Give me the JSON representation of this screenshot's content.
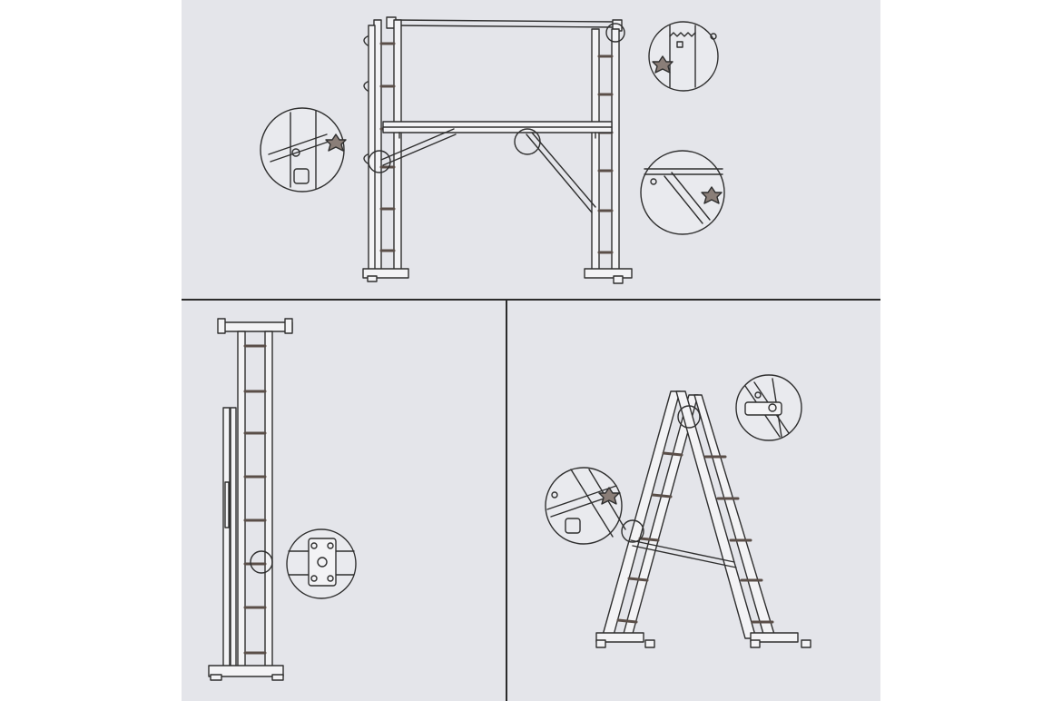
{
  "colors": {
    "sheet_background": "#e4e5ea",
    "page_margin": "#ffffff",
    "line_art": "#2f2f2f",
    "rail_fill": "#f3f3f5",
    "rung_fill": "#8a7e78",
    "rung_dark": "#5a4e48"
  },
  "panels": [
    {
      "id": "panel-top",
      "depicts": "scaffold-configuration",
      "detail_callouts": 3
    },
    {
      "id": "panel-bottom-left",
      "depicts": "extended-straight-ladder-configuration",
      "detail_callouts": 1
    },
    {
      "id": "panel-bottom-right",
      "depicts": "a-frame-step-ladder-configuration",
      "detail_callouts": 2
    }
  ],
  "icons": [
    "hinge-lock-icon",
    "star-knob-icon",
    "brace-arm-icon",
    "foot-cap-icon"
  ]
}
